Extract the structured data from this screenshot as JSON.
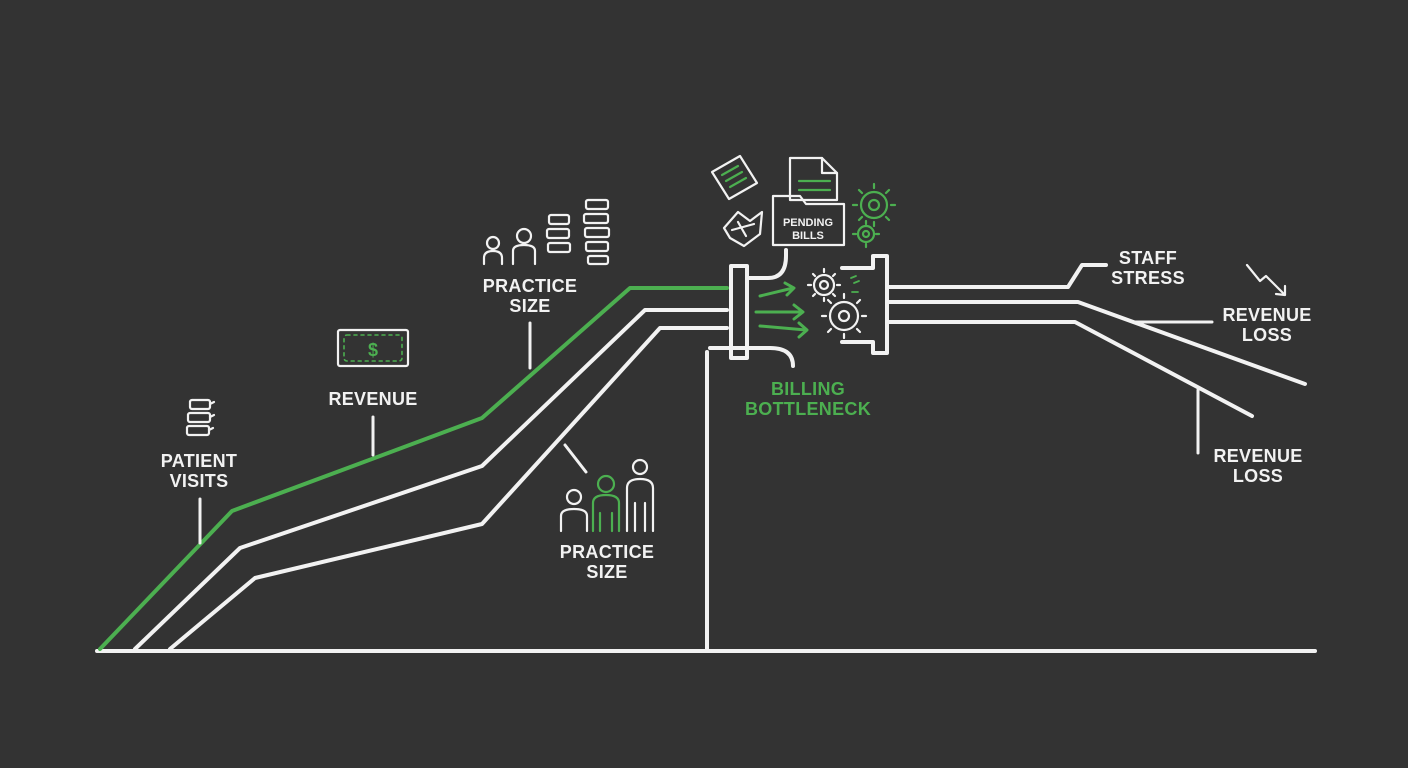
{
  "colors": {
    "background": "#333333",
    "line": "#f2f2f2",
    "accent": "#4caf50"
  },
  "labels": {
    "patient_visits": [
      "PATIENT",
      "VISITS"
    ],
    "revenue": "REVENUE",
    "practice_size_top": [
      "PRACTICE",
      "SIZE"
    ],
    "practice_size_bottom": [
      "PRACTICE",
      "SIZE"
    ],
    "billing_bottleneck": [
      "BILLING",
      "BOTTLENECK"
    ],
    "staff_stress": [
      "STAFF",
      "STRESS"
    ],
    "revenue_loss_top": [
      "REVENUE",
      "LOSS"
    ],
    "revenue_loss_bottom": [
      "REVENUE",
      "LOSS"
    ],
    "pending_bills": [
      "PENDING",
      "BILLS"
    ]
  },
  "icons": {
    "patient_visits": "spine-icon",
    "revenue": "dollar-bill-icon",
    "practice_size_top": "people-and-spine-icon",
    "practice_size_bottom": "people-group-icon",
    "pending_bills": "document-folder-icon",
    "gears": "gears-icon",
    "revenue_trend": "downtrend-arrow-icon"
  }
}
